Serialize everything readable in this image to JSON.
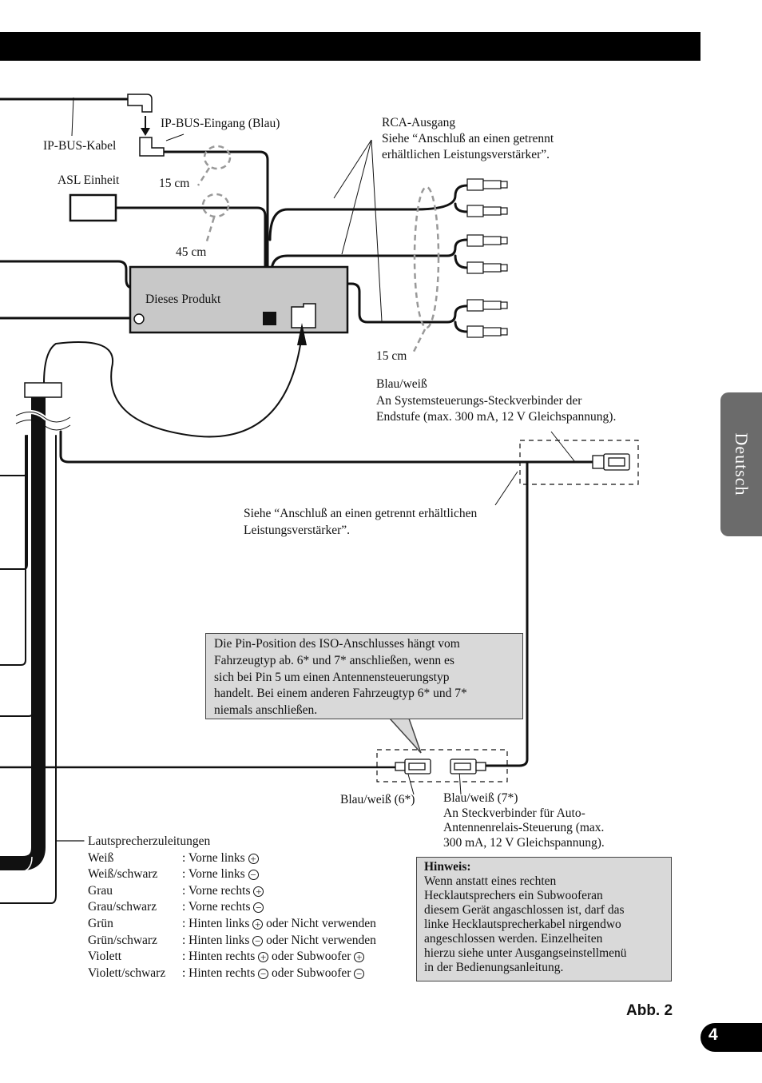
{
  "labels": {
    "ip_bus_kabel": "IP-BUS-Kabel",
    "ip_bus_eingang": "IP-BUS-Eingang (Blau)",
    "asl_einheit": "ASL Einheit",
    "len_15cm_top": "15 cm",
    "len_45cm": "45 cm",
    "len_15cm_bottom": "15 cm",
    "dieses_produkt": "Dieses Produkt",
    "rca_title": "RCA-Ausgang",
    "rca_line1": "Siehe “Anschluß an einen getrennt",
    "rca_line2": "erhältlichen Leistungsverstärker”.",
    "bw_title": "Blau/weiß",
    "bw_line1": "An Systemsteuerungs-Steckverbinder der",
    "bw_line2": "Endstufe (max. 300 mA, 12 V Gleichspannung).",
    "siehe_line1": "Siehe “Anschluß an einen getrennt erhältlichen",
    "siehe_line2": "Leistungsverstärker”.",
    "bw6": "Blau/weiß (6*)",
    "bw7_title": "Blau/weiß (7*)",
    "bw7_line1": "An Steckverbinder für Auto-",
    "bw7_line2": "Antennenrelais-Steuerung (max.",
    "bw7_line3": "300 mA, 12 V Gleichspannung).",
    "lautsprecher_title": "Lautsprecherzuleitungen"
  },
  "iso_note": [
    "Die Pin-Position des ISO-Anschlusses hängt vom",
    "Fahrzeugtyp ab. 6* und 7* anschließen, wenn es",
    "sich bei Pin 5 um einen Antennensteuerungstyp",
    "handelt. Bei einem anderen Fahrzeugtyp 6* und 7*",
    "niemals anschließen."
  ],
  "hinweis": {
    "title": "Hinweis:",
    "lines": [
      "Wenn anstatt eines rechten",
      "Hecklautsprechers ein Subwooferan",
      "diesem Gerät angaschlossen ist, darf das",
      "linke Hecklautsprecherkabel nirgendwo",
      "angeschlossen werden. Einzelheiten",
      "hierzu siehe unter Ausgangseinstellmenü",
      "in der Bedienungsanleitung."
    ]
  },
  "speakers": [
    {
      "color": "Weiß",
      "desc": ": Vorne links ",
      "sign": "+",
      "tail": ""
    },
    {
      "color": "Weiß/schwarz",
      "desc": ": Vorne links ",
      "sign": "−",
      "tail": ""
    },
    {
      "color": "Grau",
      "desc": ": Vorne rechts ",
      "sign": "+",
      "tail": ""
    },
    {
      "color": "Grau/schwarz",
      "desc": ": Vorne rechts ",
      "sign": "−",
      "tail": ""
    },
    {
      "color": "Grün",
      "desc": ": Hinten links ",
      "sign": "+",
      "tail": " oder Nicht verwenden"
    },
    {
      "color": "Grün/schwarz",
      "desc": ": Hinten links ",
      "sign": "−",
      "tail": " oder Nicht verwenden"
    },
    {
      "color": "Violett",
      "desc": ": Hinten rechts ",
      "sign": "+",
      "tail": " oder Subwoofer ",
      "sign2": "+"
    },
    {
      "color": "Violett/schwarz",
      "desc": ": Hinten rechts ",
      "sign": "−",
      "tail": " oder Subwoofer ",
      "sign2": "−"
    }
  ],
  "side_tab": "Deutsch",
  "figure_label": "Abb. 2",
  "page_number": "4",
  "colors": {
    "tab": "#6b6b6b",
    "note_bg": "#d9d9d9",
    "product_bg": "#c8c8c8",
    "dash": "#999999"
  }
}
